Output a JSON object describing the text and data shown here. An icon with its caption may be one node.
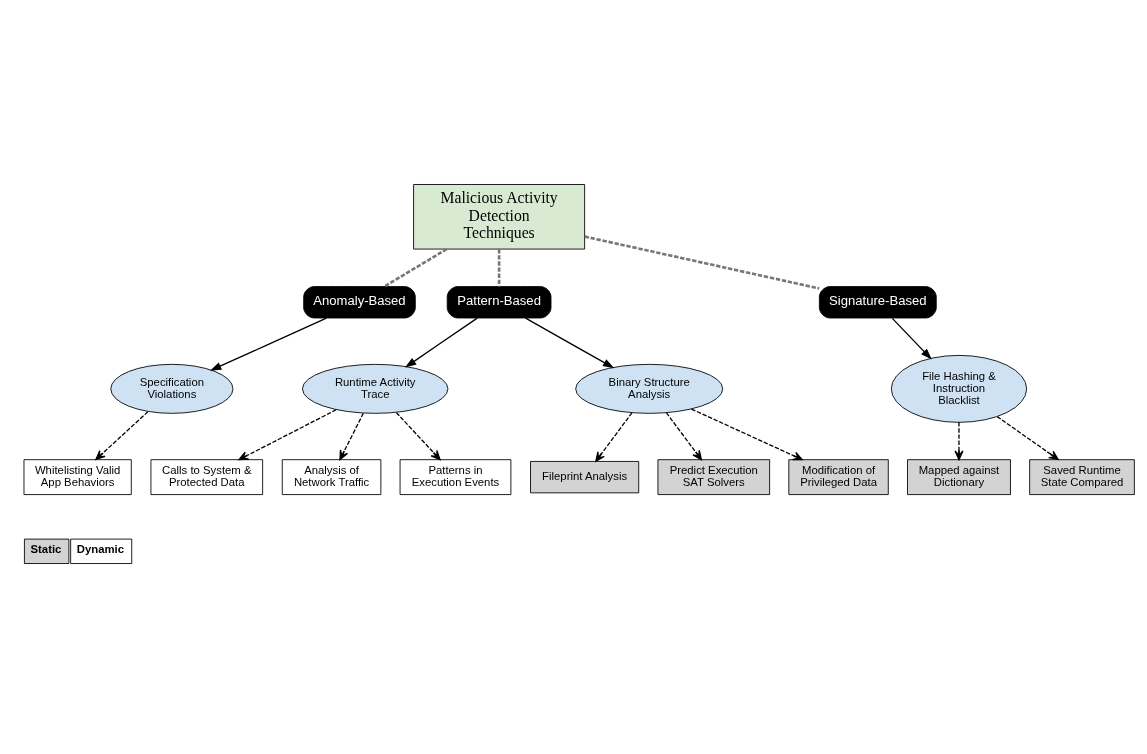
{
  "diagram": {
    "nodes": [
      {
        "text": [
          "Malicious Activity Detection Techniques"
        ]
      },
      {
        "text": [
          "Anomaly-Based"
        ]
      },
      {
        "text": [
          "Pattern-Based"
        ]
      },
      {
        "text": [
          "Signature-Based"
        ]
      },
      {
        "text": [
          "Specification Violations"
        ]
      },
      {
        "text": [
          "Runtime Activity Trace"
        ]
      },
      {
        "text": [
          "Binary Structure Analysis"
        ]
      },
      {
        "text": [
          "File Hashing & Instruction Blacklist"
        ]
      },
      {
        "text": [
          "Calls to System & Protected Data"
        ]
      },
      {
        "text": [
          "Fileprint Analysis"
        ]
      },
      {
        "text": [
          "Predict Execution SAT Solvers"
        ]
      },
      {
        "text": [
          "Modification of Privileged Data"
        ]
      },
      {
        "text": [
          "Whitelisting Valid App Behaviors"
        ]
      },
      {
        "text": [
          "Analysis of Network Traffic"
        ]
      },
      {
        "text": [
          "Mapped against Dictionary"
        ]
      },
      {
        "text": [
          "Patterns in Execution Events"
        ]
      },
      {
        "text": [
          "Saved Runtime State Compared"
        ]
      }
    ],
    "edges": [
      {
        "from": 0,
        "to": 1,
        "arrow": "none",
        "style": "dashed",
        "color": "#777777"
      },
      {
        "from": 0,
        "to": 2,
        "arrow": "none",
        "style": "dashed",
        "color": "#777777"
      },
      {
        "from": 0,
        "to": 3,
        "arrow": "none",
        "style": "dashed",
        "color": "#777777"
      },
      {
        "from": 1,
        "to": 4,
        "arrow": "to"
      },
      {
        "from": 2,
        "to": 5,
        "arrow": "to"
      },
      {
        "from": 2,
        "to": 6,
        "arrow": "to"
      },
      {
        "from": 3,
        "to": 7,
        "arrow": "to"
      },
      {
        "from": 4,
        "to": 12,
        "arrow": "to",
        "style": "dashed"
      },
      {
        "from": 5,
        "to": 8,
        "arrow": "to",
        "style": "dashed"
      },
      {
        "from": 5,
        "to": 13,
        "arrow": "to",
        "style": "dashed"
      },
      {
        "from": 5,
        "to": 15,
        "arrow": "to",
        "style": "dashed"
      },
      {
        "from": 6,
        "to": 9,
        "arrow": "to",
        "style": "dashed"
      },
      {
        "from": 6,
        "to": 10,
        "arrow": "to",
        "style": "dashed"
      },
      {
        "from": 6,
        "to": 11,
        "arrow": "to",
        "style": "dashed"
      },
      {
        "from": 7,
        "to": 16,
        "arrow": "to",
        "style": "dashed"
      },
      {
        "from": 7,
        "to": 14,
        "arrow": "to",
        "style": "dashed"
      }
    ],
    "legend": [
      {
        "text": "Static",
        "color": "#d3d3d3"
      },
      {
        "text": "Dynamic",
        "color": "#ffffff"
      }
    ]
  }
}
